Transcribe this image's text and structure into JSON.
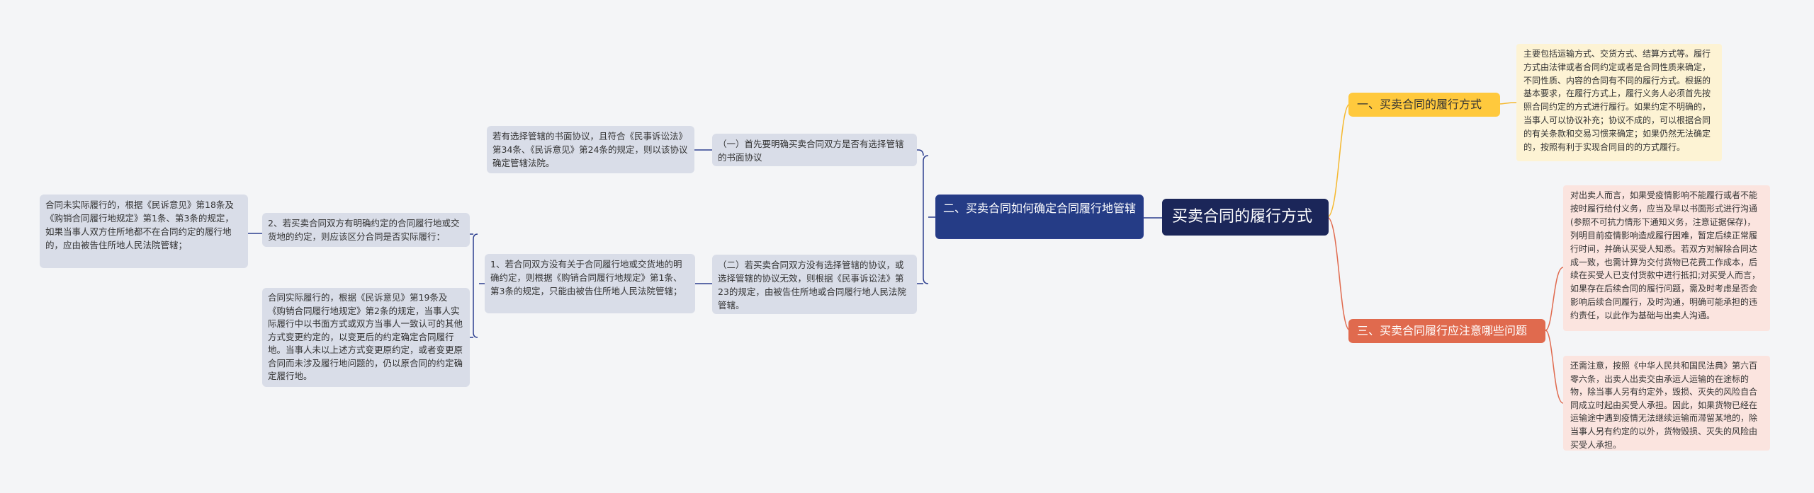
{
  "root": {
    "title": "买卖合同的履行方式"
  },
  "branches": {
    "b1": {
      "label": "一、买卖合同的履行方式"
    },
    "b2": {
      "label": "二、买卖合同如何确定合同履行地管辖"
    },
    "b3": {
      "label": "三、买卖合同履行应注意哪些问题"
    }
  },
  "b1_leaf": {
    "text": "主要包括运输方式、交货方式、结算方式等。履行方式由法律或者合同约定或者是合同性质来确定，不同性质、内容的合同有不同的履行方式。根据的基本要求，在履行方式上，履行义务人必须首先按照合同约定的方式进行履行。如果约定不明确的，当事人可以协议补充；协议不成的，可以根据合同的有关条款和交易习惯来确定；如果仍然无法确定的，按照有利于实现合同目的的方式履行。"
  },
  "b3_leaves": [
    {
      "text": "对出卖人而言，如果受疫情影响不能履行或者不能按时履行给付义务，应当及早以书面形式进行沟通(参照不可抗力情形下通知义务，注意证据保存)，列明目前疫情影响造成履行困难，暂定后续正常履行时间，并确认买受人知悉。若双方对解除合同达成一致，也需计算为交付货物已花费工作成本，后续在买受人已支付货款中进行抵扣;对买受人而言，如果存在后续合同的履行问题，需及时考虑是否会影响后续合同履行，及时沟通，明确可能承担的违约责任，以此作为基础与出卖人沟通。"
    },
    {
      "text": "还需注意，按照《中华人民共和国民法典》第六百零六条，出卖人出卖交由承运人运输的在途标的物，除当事人另有约定外，毁损、灭失的风险自合同成立时起由买受人承担。因此，如果货物已经在运输途中遇到疫情无法继续运输而滞留某地的，除当事人另有约定的以外，货物毁损、灭失的风险由买受人承担。"
    }
  ],
  "b2_children": {
    "c1": {
      "text": "（一）首先要明确买卖合同双方是否有选择管辖的书面协议"
    },
    "c2": {
      "text": "（二）若买卖合同双方没有选择管辖的协议，或选择管辖的协议无效，则根据《民事诉讼法》第23的规定，由被告住所地或合同履行地人民法院管辖。"
    }
  },
  "c1_child": {
    "text": "若有选择管辖的书面协议，且符合《民事诉讼法》第34条、《民诉意见》第24条的规定，则以该协议确定管辖法院。"
  },
  "c2_child": {
    "text": "1、若合同双方没有关于合同履行地或交货地的明确约定，则根据《购销合同履行地规定》第1条、第3条的规定，只能由被告住所地人民法院管辖；"
  },
  "g1_children": {
    "d1": {
      "text": "2、若买卖合同双方有明确约定的合同履行地或交货地的约定，则应该区分合同是否实际履行："
    },
    "d2": {
      "text": "合同实际履行的，根据《民诉意见》第19条及《购销合同履行地规定》第2条的规定，当事人实际履行中以书面方式或双方当事人一致认可的其他方式变更约定的，以变更后的约定确定合同履行地。当事人未以上述方式变更原约定，或者变更原合同而未涉及履行地问题的，仍以原合同的约定确定履行地。"
    }
  },
  "d1_child": {
    "text": "合同未实际履行的，根据《民诉意见》第18条及《购销合同履行地规定》第1条、第3条的规定，如果当事人双方住所地都不在合同约定的履行地的，应由被告住所地人民法院管辖；"
  },
  "colors": {
    "root": "#1b2659",
    "branch_navy": "#253c86",
    "branch_yellow": "#ffc93d",
    "branch_red": "#e06a4e",
    "leaf_gray": "#d9dde8",
    "leaf_yellow": "#fdf3d4",
    "leaf_pink": "#fbe4df"
  }
}
